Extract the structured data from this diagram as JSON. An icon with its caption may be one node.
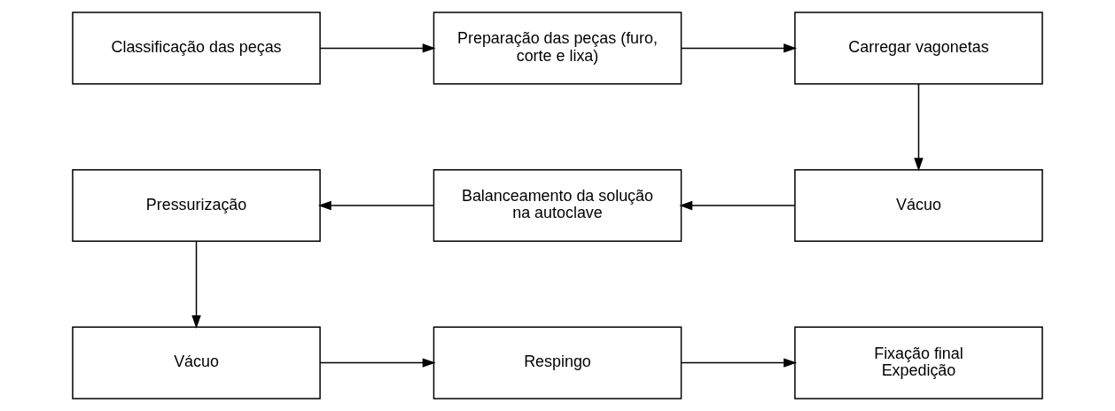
{
  "diagram": {
    "nodes": [
      {
        "text": [
          "Classificação das peças"
        ]
      },
      {
        "text": [
          "Preparação das peças (furo, corte e lixa)"
        ]
      },
      {
        "text": [
          "Carregar vagonetas"
        ]
      },
      {
        "text": [
          "Vácuo"
        ]
      },
      {
        "text": [
          "Balanceamento da solução na autoclave"
        ]
      },
      {
        "text": [
          "Pressurização"
        ]
      },
      {
        "text": [
          "Vácuo"
        ]
      },
      {
        "text": [
          "Respingo"
        ]
      },
      {
        "text": [
          "Fixação final Expedição"
        ]
      }
    ],
    "edges": [
      {
        "from": 0,
        "to": 1,
        "arrow": "to"
      },
      {
        "from": 1,
        "to": 2,
        "arrow": "to"
      },
      {
        "from": 2,
        "to": 3,
        "arrow": "to"
      },
      {
        "from": 3,
        "to": 4,
        "arrow": "to"
      },
      {
        "from": 4,
        "to": 5,
        "arrow": "to"
      },
      {
        "from": 5,
        "to": 6,
        "arrow": "to"
      },
      {
        "from": 6,
        "to": 7,
        "arrow": "to"
      },
      {
        "from": 7,
        "to": 8,
        "arrow": "to"
      }
    ]
  }
}
